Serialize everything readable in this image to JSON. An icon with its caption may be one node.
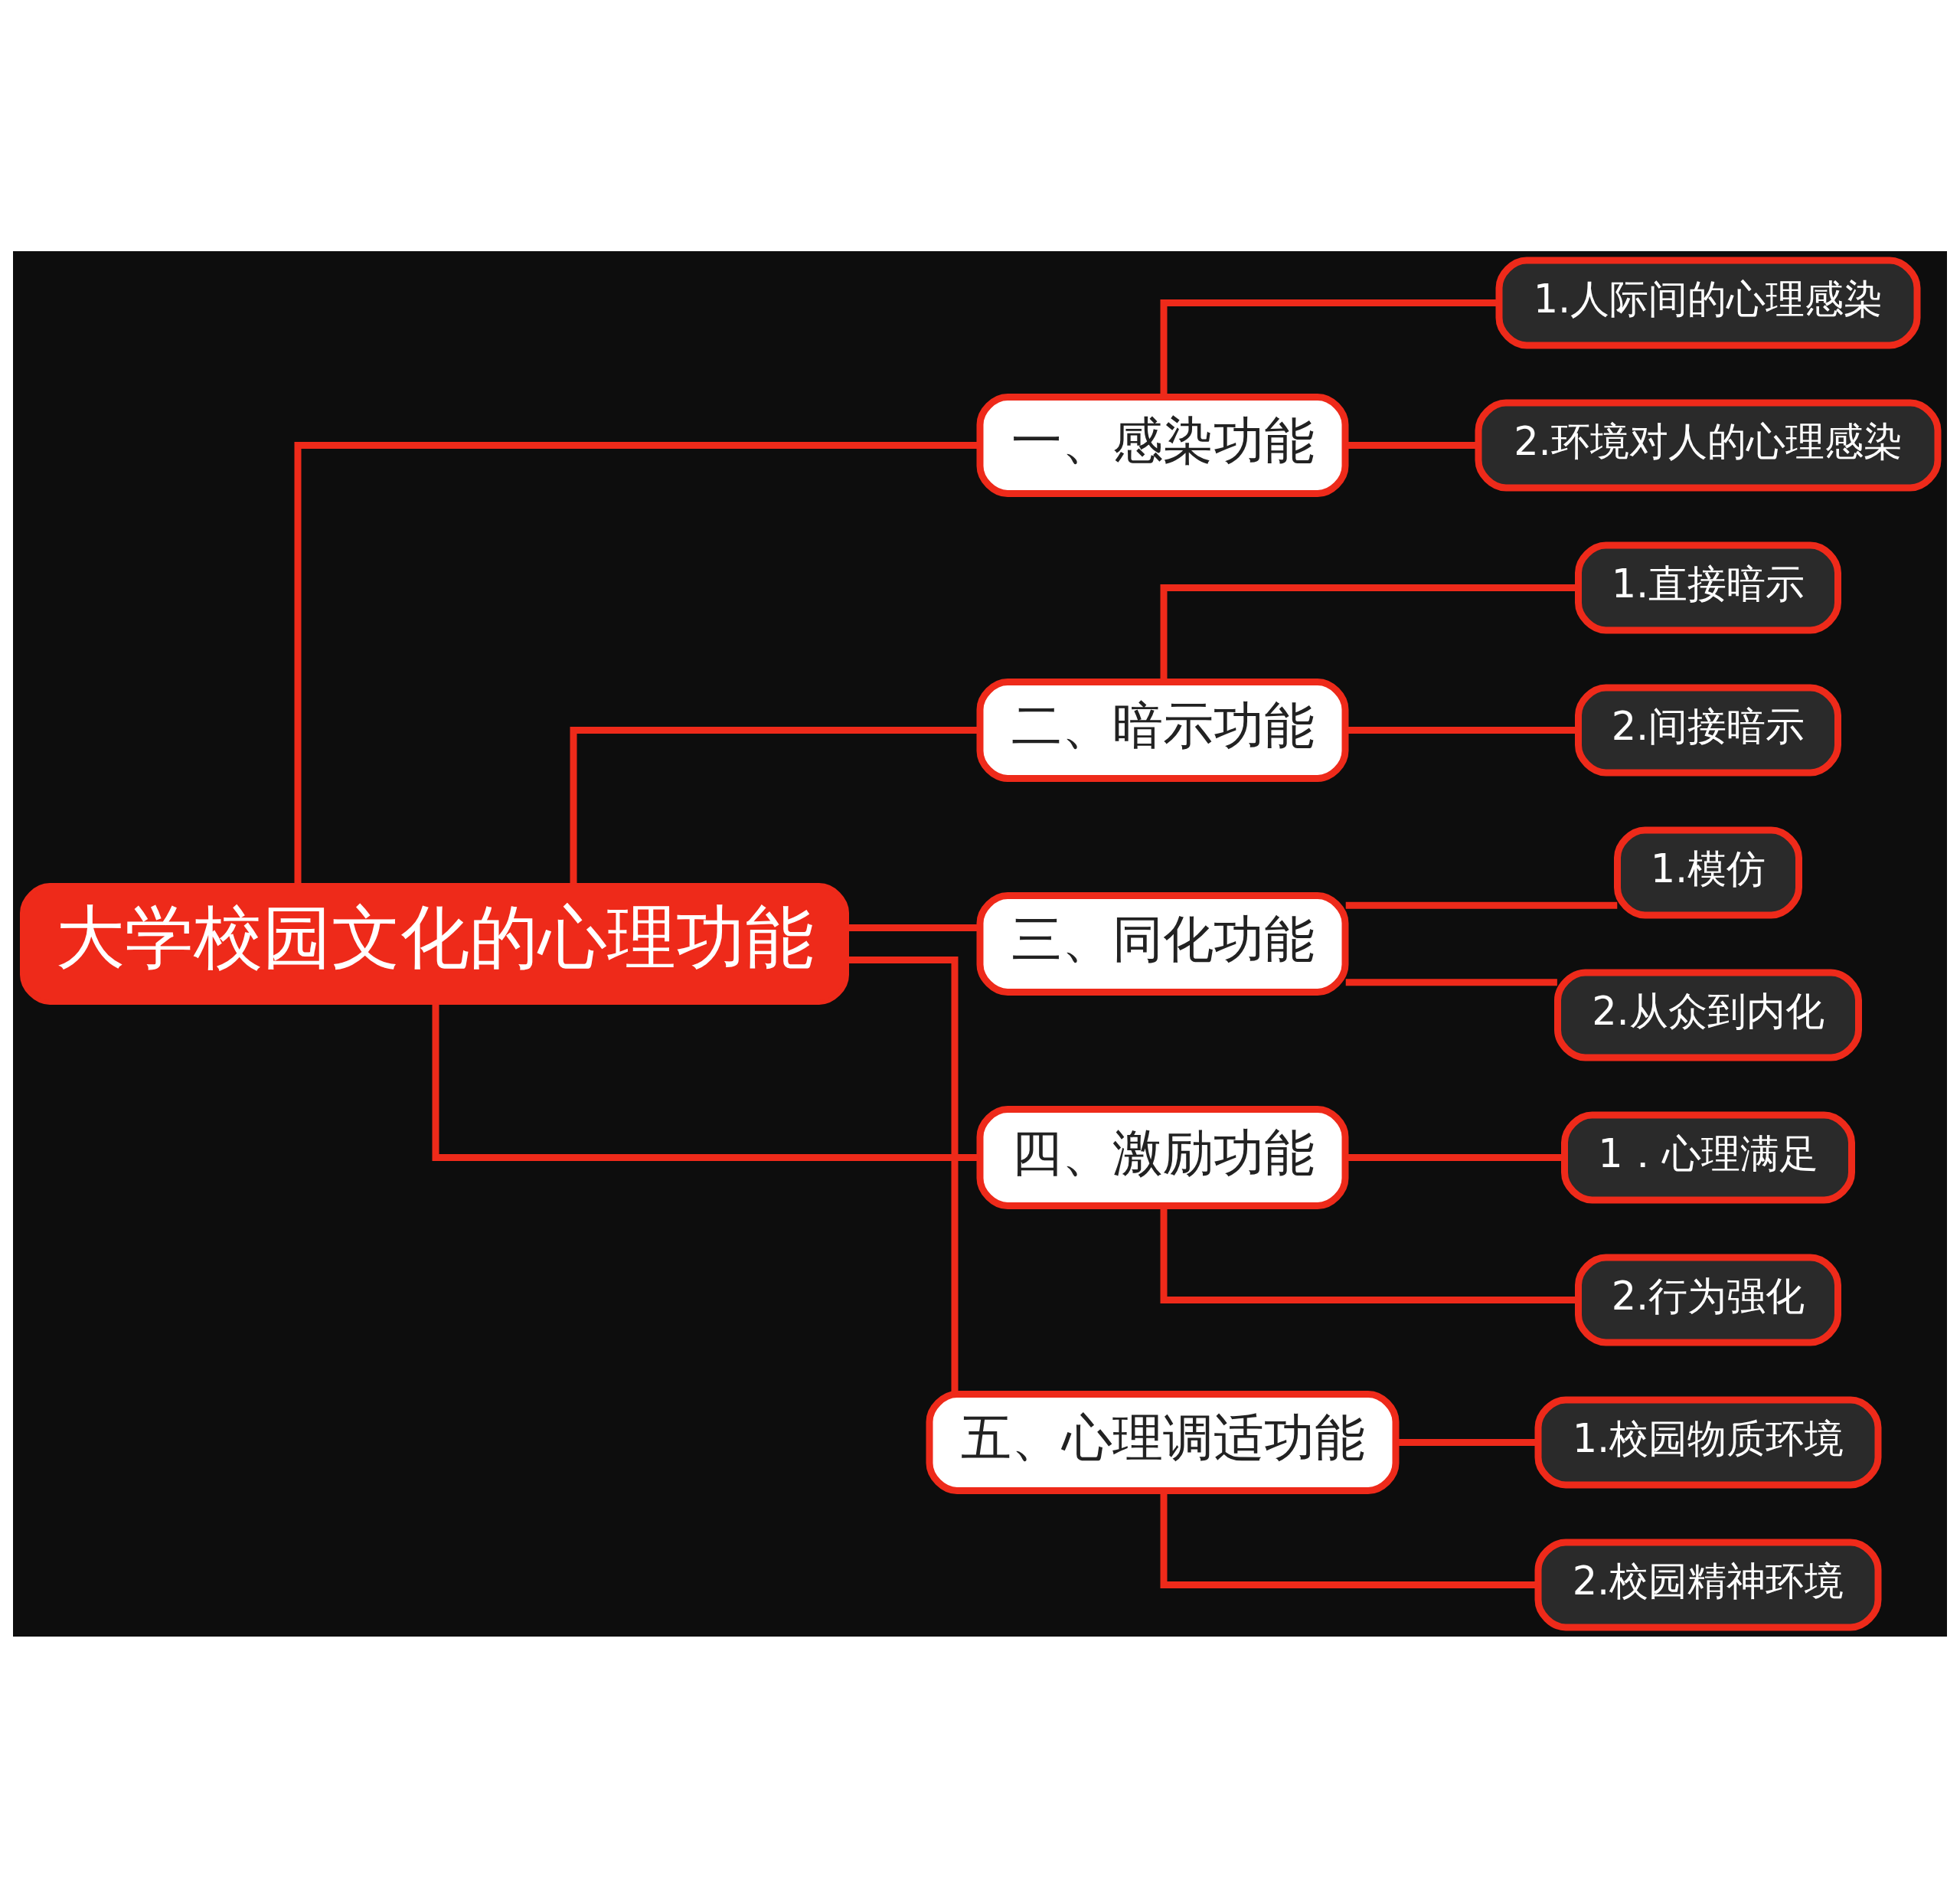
{
  "diagram": {
    "nodes": [
      {
        "text": [
          "大学校园文化的心理功能"
        ]
      },
      {
        "text": [
          "一、感染功能"
        ]
      },
      {
        "text": [
          "1.人际间的心理感染"
        ]
      },
      {
        "text": [
          "2.环境对人的心理感染"
        ]
      },
      {
        "text": [
          "二、暗示功能"
        ]
      },
      {
        "text": [
          "1.直接暗示"
        ]
      },
      {
        "text": [
          "2.间接暗示"
        ]
      },
      {
        "text": [
          "三、同化功能"
        ]
      },
      {
        "text": [
          "1.模仿"
        ]
      },
      {
        "text": [
          "2.从众到内化"
        ]
      },
      {
        "text": [
          "四、激励功能"
        ]
      },
      {
        "text": [
          "1．心理满足"
        ]
      },
      {
        "text": [
          "2.行为强化"
        ]
      },
      {
        "text": [
          "五、心理调适功能"
        ]
      },
      {
        "text": [
          "1.校园物质环境"
        ]
      },
      {
        "text": [
          "2.校园精神环境"
        ]
      }
    ],
    "edges": [
      {
        "from": 0,
        "to": 1,
        "arrow": "none"
      },
      {
        "from": 1,
        "to": 2,
        "arrow": "none"
      },
      {
        "from": 1,
        "to": 3,
        "arrow": "none"
      },
      {
        "from": 0,
        "to": 4,
        "arrow": "none"
      },
      {
        "from": 4,
        "to": 5,
        "arrow": "none"
      },
      {
        "from": 4,
        "to": 6,
        "arrow": "none"
      },
      {
        "from": 0,
        "to": 7,
        "arrow": "none"
      },
      {
        "from": 7,
        "to": 8,
        "arrow": "none"
      },
      {
        "from": 7,
        "to": 9,
        "arrow": "none"
      },
      {
        "from": 0,
        "to": 10,
        "arrow": "none"
      },
      {
        "from": 10,
        "to": 11,
        "arrow": "none"
      },
      {
        "from": 10,
        "to": 12,
        "arrow": "none"
      },
      {
        "from": 0,
        "to": 13,
        "arrow": "none"
      },
      {
        "from": 13,
        "to": 14,
        "arrow": "none"
      },
      {
        "from": 13,
        "to": 15,
        "arrow": "none"
      }
    ]
  }
}
